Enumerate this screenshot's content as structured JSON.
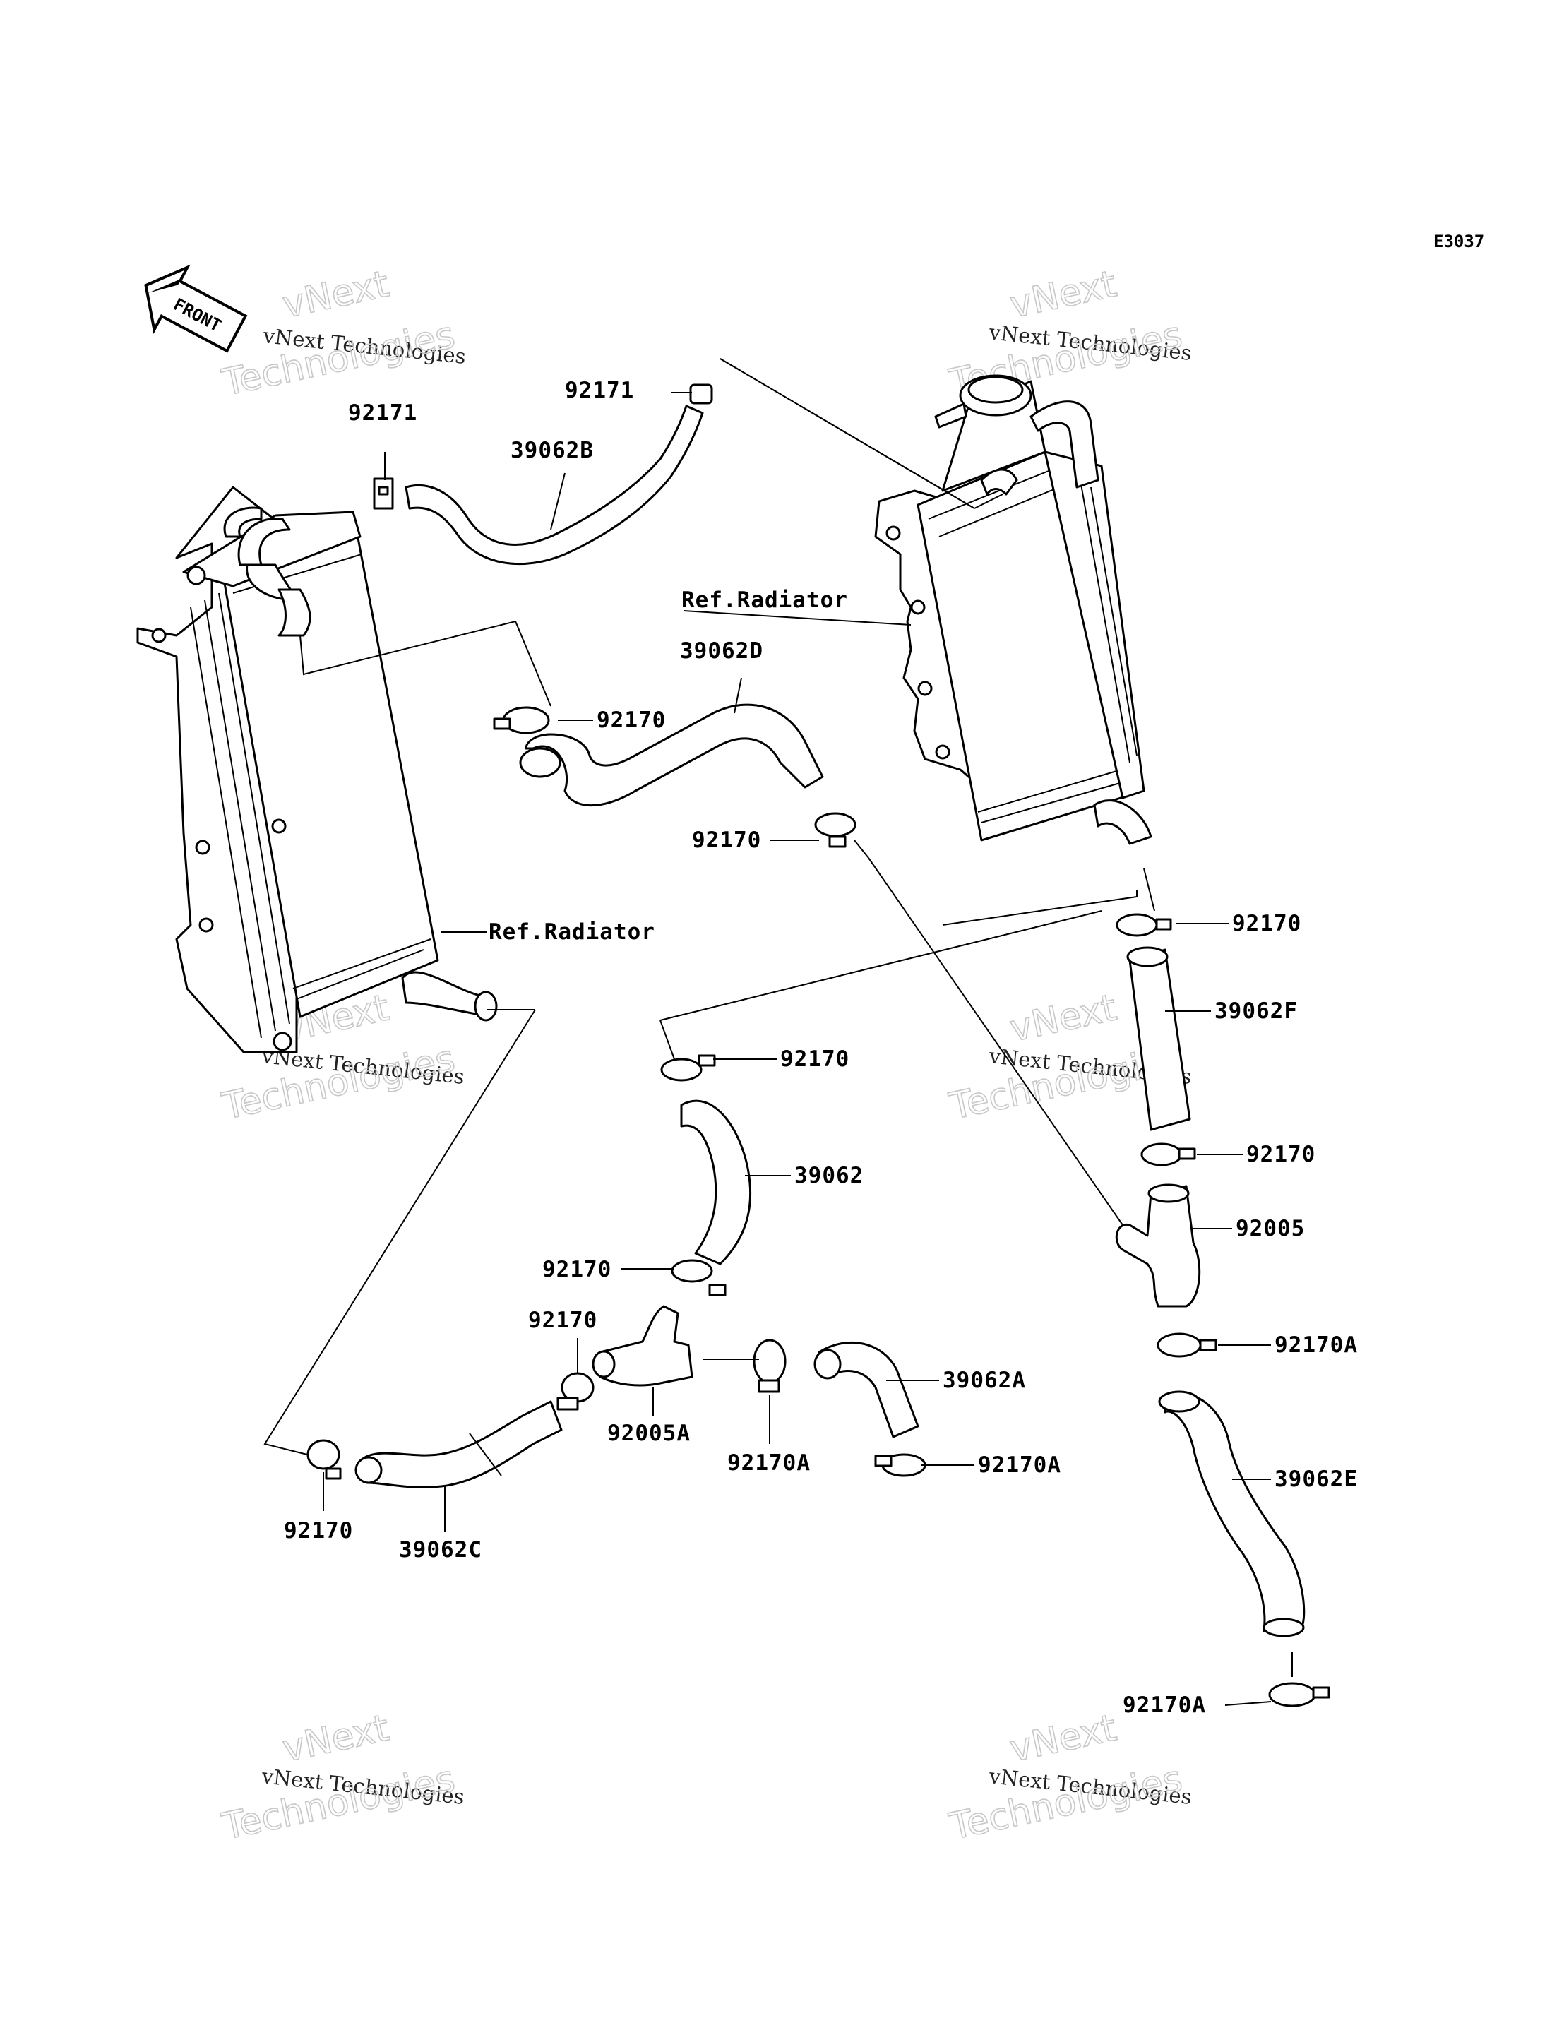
{
  "diagram_code": "E3037",
  "front_label": "FRONT",
  "watermark": {
    "line1": "vNext",
    "line2": "vNext Technologies",
    "line3": "Technologies"
  },
  "labels": {
    "p92171_left": "92171",
    "p92171_top": "92171",
    "p39062B": "39062B",
    "ref_radiator_right": "Ref.Radiator",
    "p39062D": "39062D",
    "p92170_upper": "92170",
    "p92170_mid": "92170",
    "ref_radiator_left": "Ref.Radiator",
    "p92170_right_top": "92170",
    "p39062F": "39062F",
    "p92170_center": "92170",
    "p92170_right_mid": "92170",
    "p39062": "39062",
    "p92005": "92005",
    "p92170_lower_a": "92170",
    "p92170_lower_b": "92170",
    "p92170A_right": "92170A",
    "p39062A": "39062A",
    "p92005A": "92005A",
    "p92170A_mid": "92170A",
    "p92170A_lower": "92170A",
    "p39062E": "39062E",
    "p92170_bottom_left": "92170",
    "p39062C": "39062C",
    "p92170A_bottom": "92170A"
  }
}
